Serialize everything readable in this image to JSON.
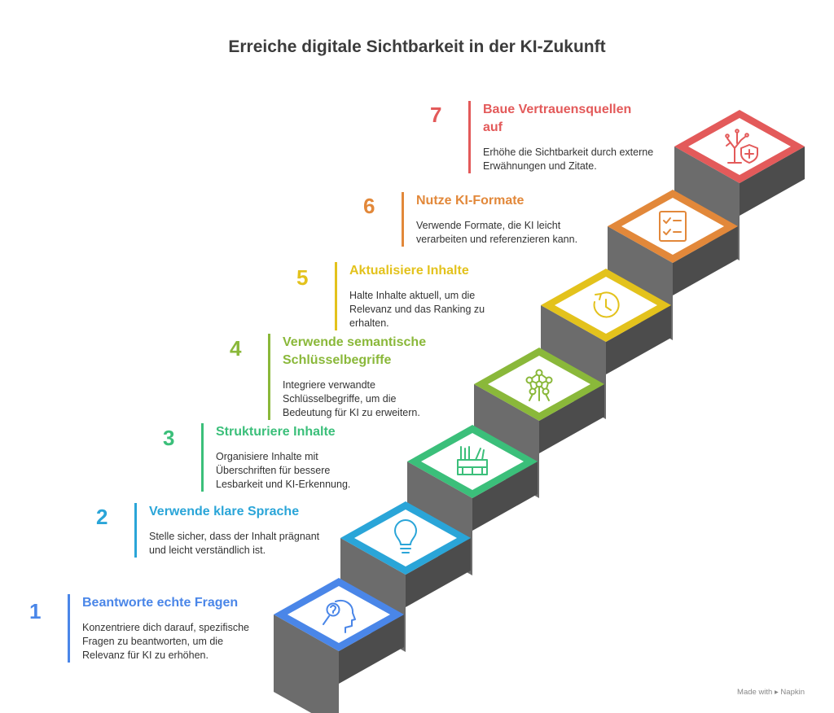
{
  "title": "Erreiche digitale Sichtbarkeit in der KI-Zukunft",
  "steps": [
    {
      "number": "1",
      "title": "Beantworte echte Fragen",
      "description": "Konzentriere dich darauf, spezifische Fragen zu beantworten, um die Relevanz für KI zu erhöhen.",
      "color": "#4a86e8",
      "icon": "question-head-icon"
    },
    {
      "number": "2",
      "title": "Verwende klare Sprache",
      "description": "Stelle sicher, dass der Inhalt prägnant und leicht verständlich ist.",
      "color": "#2aa5d8",
      "icon": "lightbulb-icon"
    },
    {
      "number": "3",
      "title": "Strukturiere Inhalte",
      "description": "Organisiere Inhalte mit Überschriften für bessere Lesbarkeit und KI-Erkennung.",
      "color": "#3bbf7a",
      "icon": "bookshelf-icon"
    },
    {
      "number": "4",
      "title": "Verwende semantische Schlüsselbegriffe",
      "description": "Integriere verwandte Schlüsselbegriffe, um die Bedeutung für KI zu erweitern.",
      "color": "#8ab83a",
      "icon": "network-icon"
    },
    {
      "number": "5",
      "title": "Aktualisiere Inhalte",
      "description": "Halte Inhalte aktuell, um die Relevanz und das Ranking zu erhalten.",
      "color": "#e3c21c",
      "icon": "refresh-clock-icon"
    },
    {
      "number": "6",
      "title": "Nutze KI-Formate",
      "description": "Verwende Formate, die KI leicht verarbeiten und referenzieren kann.",
      "color": "#e2883a",
      "icon": "checklist-icon"
    },
    {
      "number": "7",
      "title": "Baue Vertrauensquellen auf",
      "description": "Erhöhe die Sichtbarkeit durch externe Erwähnungen und Zitate.",
      "color": "#e35a5a",
      "icon": "tree-shield-icon"
    }
  ],
  "footer": {
    "prefix": "Made with",
    "brand": "Napkin"
  }
}
